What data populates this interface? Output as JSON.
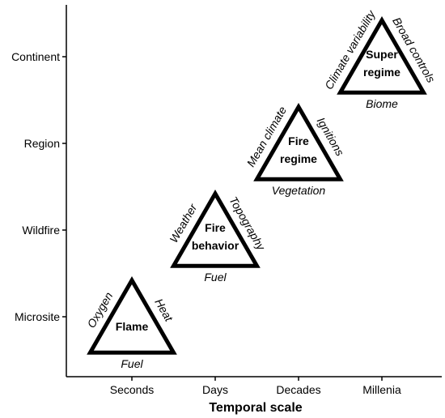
{
  "axes": {
    "x_title": "Temporal scale",
    "x_ticks": [
      "Seconds",
      "Days",
      "Decades",
      "Millenia"
    ],
    "y_ticks": [
      "Microsite",
      "Wildfire",
      "Region",
      "Continent"
    ]
  },
  "triangles": [
    {
      "id": "flame",
      "inner": [
        "Flame"
      ],
      "left": "Oxygen",
      "right": "Heat",
      "bottom": "Fuel",
      "x_category": 0,
      "y_category": 0
    },
    {
      "id": "fire-behavior",
      "inner": [
        "Fire",
        "behavior"
      ],
      "left": "Weather",
      "right": "Topography",
      "bottom": "Fuel",
      "x_category": 1,
      "y_category": 1
    },
    {
      "id": "fire-regime",
      "inner": [
        "Fire",
        "regime"
      ],
      "left": "Mean climate",
      "right": "Ignitions",
      "bottom": "Vegetation",
      "x_category": 2,
      "y_category": 2
    },
    {
      "id": "super-regime",
      "inner": [
        "Super",
        "regime"
      ],
      "left": "Climate variability",
      "right": "Broad controls",
      "bottom": "Biome",
      "x_category": 3,
      "y_category": 3
    }
  ],
  "colors": {
    "ink": "#000000",
    "background": "#ffffff"
  }
}
